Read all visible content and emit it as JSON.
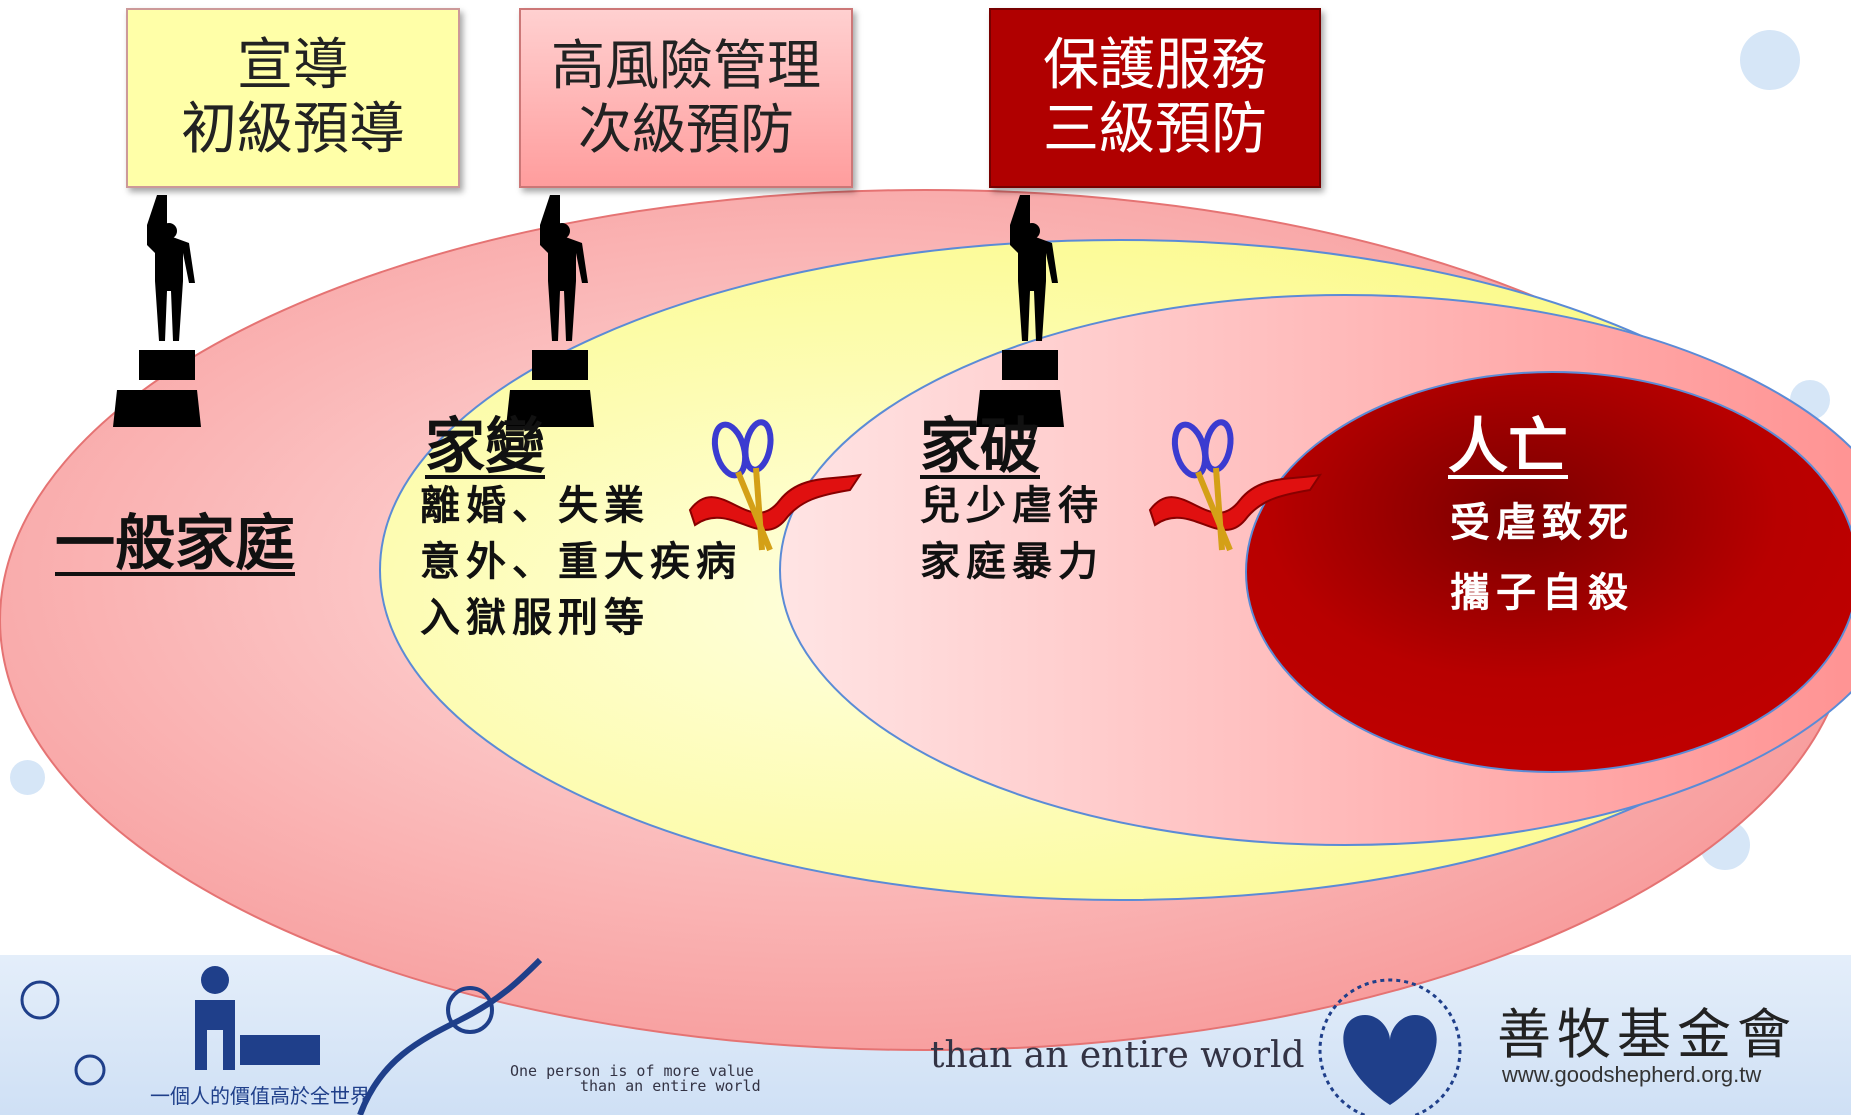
{
  "boxes": [
    {
      "line1": "宣導",
      "line2": "初級預導"
    },
    {
      "line1": "高風險管理",
      "line2": "次級預防"
    },
    {
      "line1": "保護服務",
      "line2": "三級預防"
    }
  ],
  "circles": {
    "general": {
      "title": "一般家庭"
    },
    "change": {
      "title": "家變",
      "items": [
        "離婚、失業",
        "意外、重大疾病",
        "入獄服刑等"
      ]
    },
    "broken": {
      "title": "家破",
      "items": [
        "兒少虐待",
        "家庭暴力"
      ]
    },
    "death": {
      "title": "人亡",
      "items": [
        "受虐致死",
        "攜子自殺"
      ]
    }
  },
  "footer": {
    "slogan_small_1": "One person is of more value",
    "slogan_small_2": "than an entire world",
    "slogan_large": "than an entire world",
    "org_name": "善牧基金會",
    "org_url": "www.goodshepherd.org.tw",
    "tagline_cn": "一個人的價值高於全世界"
  },
  "colors": {
    "outer": "#f9a8a8",
    "yellow": "#ffff99",
    "pink": "#ff9a9a",
    "crimson": "#b00000"
  }
}
